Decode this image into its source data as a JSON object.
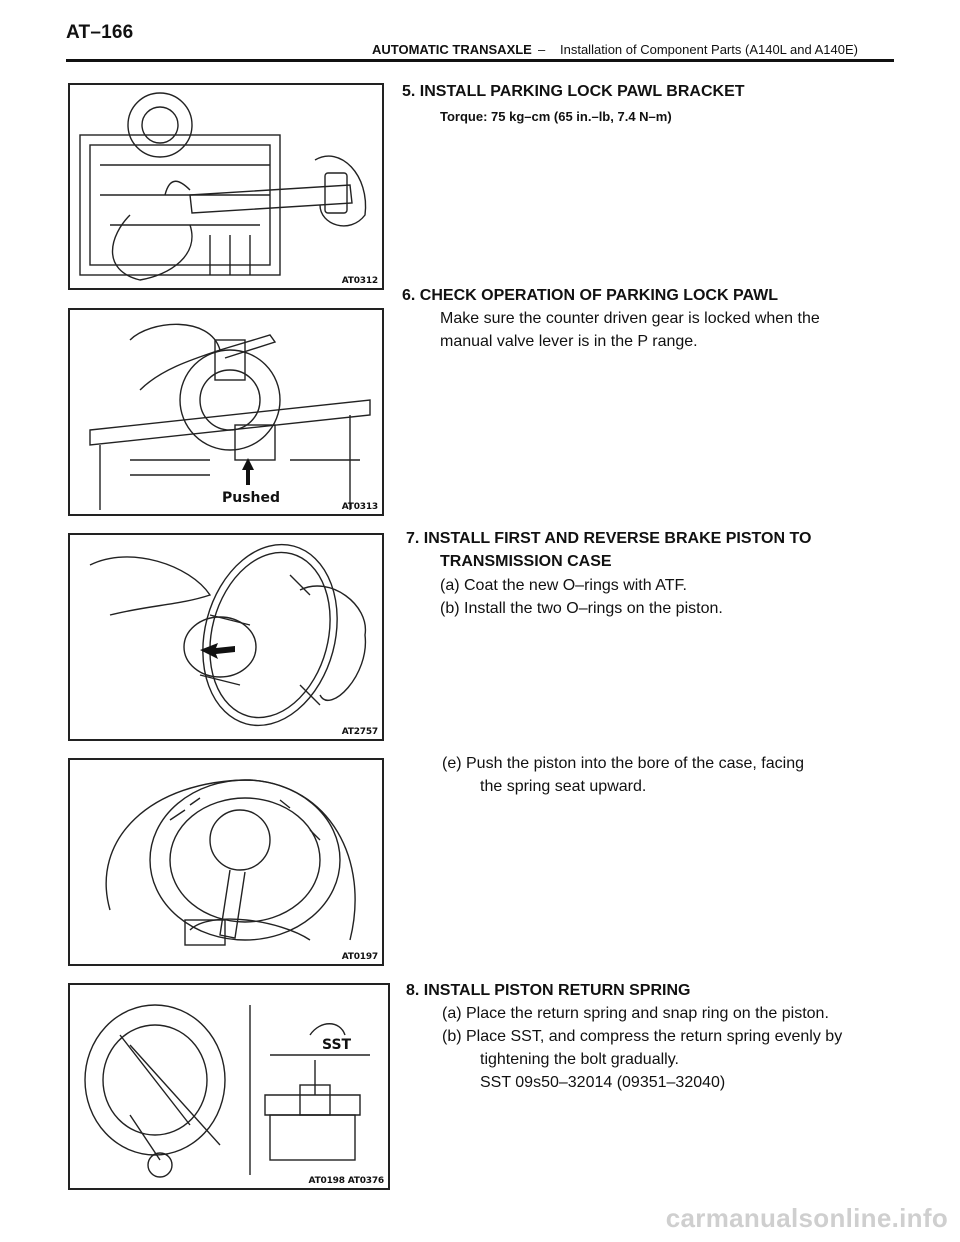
{
  "header": {
    "page_code": "AT–166",
    "section": "AUTOMATIC TRANSAXLE",
    "separator": "–",
    "subsection": "Installation of Component Parts (A140L and A140E)"
  },
  "figures": [
    {
      "code": "AT0312"
    },
    {
      "code": "AT0313",
      "label": "Pushed"
    },
    {
      "code": "AT2757"
    },
    {
      "code": "AT0197"
    },
    {
      "code": "AT0198 AT0376",
      "label": "SST"
    }
  ],
  "steps": {
    "s5": {
      "title": "5. INSTALL PARKING LOCK PAWL BRACKET",
      "torque": "Torque: 75 kg–cm (65 in.–lb, 7.4 N–m)"
    },
    "s6": {
      "title": "6. CHECK OPERATION OF PARKING LOCK PAWL",
      "line1": "Make sure the counter driven gear is locked when the",
      "line2": "manual valve lever is in the P range."
    },
    "s7": {
      "title1": "7. INSTALL FIRST AND REVERSE BRAKE PISTON TO",
      "title2": "TRANSMISSION CASE",
      "a": "(a) Coat the new O–rings with ATF.",
      "b": "(b) Install the two O–rings on the piston.",
      "e1": "(e) Push the piston into the bore of the case, facing",
      "e2": "the spring seat upward."
    },
    "s8": {
      "title": "8. INSTALL PISTON RETURN SPRING",
      "a": "(a) Place the return spring and snap ring on the piston.",
      "b1": "(b) Place SST, and compress the return spring evenly by",
      "b2": "tightening the bolt gradually.",
      "sst": "SST 09s50–32014 (09351–32040)"
    }
  },
  "watermark": "carmanualsonline.info"
}
